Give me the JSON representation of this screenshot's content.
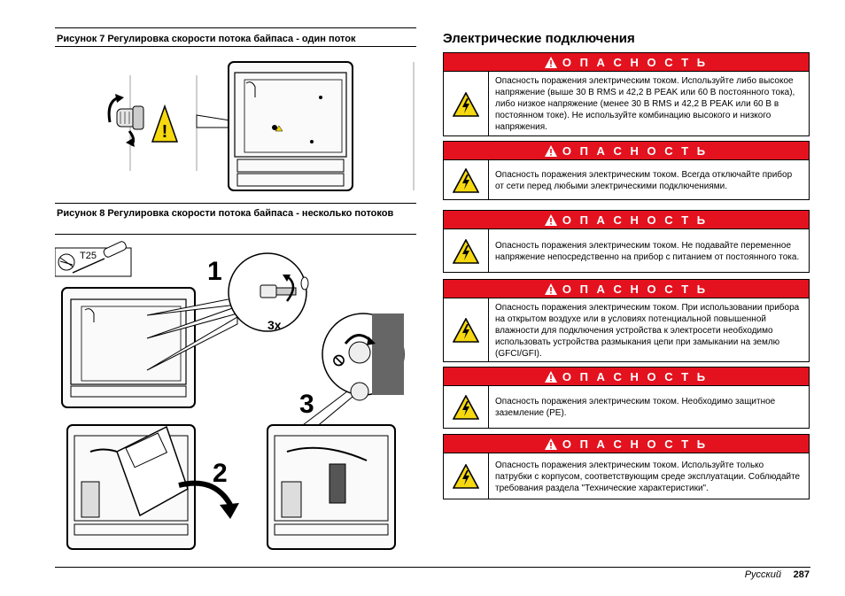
{
  "figure7": {
    "caption": "Рисунок 7  Регулировка скорости потока байпаса - один поток"
  },
  "figure8": {
    "caption": "Рисунок 8  Регулировка скорости потока байпаса - несколько потоков",
    "tool_label": "T25",
    "step1": "1",
    "step2": "2",
    "step3": "3",
    "count_label": "3x"
  },
  "section": {
    "title": "Электрические подключения"
  },
  "warnings": [
    {
      "label": "О П А С Н О С Т Ь",
      "text": "Опасность поражения электрическим током. Используйте либо высокое напряжение (выше 30 В RMS и 42,2 В PEAK или 60 В постоянного тока), либо низкое напряжение (менее 30 В RMS и 42,2 В PEAK или 60 В в постоянном токе). Не используйте комбинацию высокого и низкого напряжения."
    },
    {
      "label": "О П А С Н О С Т Ь",
      "text": "Опасность поражения электрическим током. Всегда отключайте прибор от сети перед любыми электрическими подключениями."
    },
    {
      "label": "О П А С Н О С Т Ь",
      "text": "Опасность поражения электрическим током. Не подавайте переменное напряжение непосредственно на прибор с питанием от постоянного тока."
    },
    {
      "label": "О П А С Н О С Т Ь",
      "text": "Опасность поражения электрическим током. При использовании прибора на открытом воздухе или в условиях потенциальной повышенной влажности для подключения устройства к электросети необходимо использовать устройства размыкания цепи при замыкании на землю (GFCI/GFI)."
    },
    {
      "label": "О П А С Н О С Т Ь",
      "text": "Опасность поражения электрическим током. Необходимо защитное заземление (PE)."
    },
    {
      "label": "О П А С Н О С Т Ь",
      "text": "Опасность поражения электрическим током. Используйте только патрубки с корпусом, соответствующим среде эксплуатации. Соблюдайте требования раздела \"Технические характеристики\"."
    }
  ],
  "footer": {
    "language": "Русский",
    "page_number": "287"
  },
  "colors": {
    "danger": "#e4121f",
    "warning_yellow": "#f5d80f"
  },
  "icons": {
    "header": "warning-triangle-icon",
    "body": "electrical-hazard-icon"
  }
}
